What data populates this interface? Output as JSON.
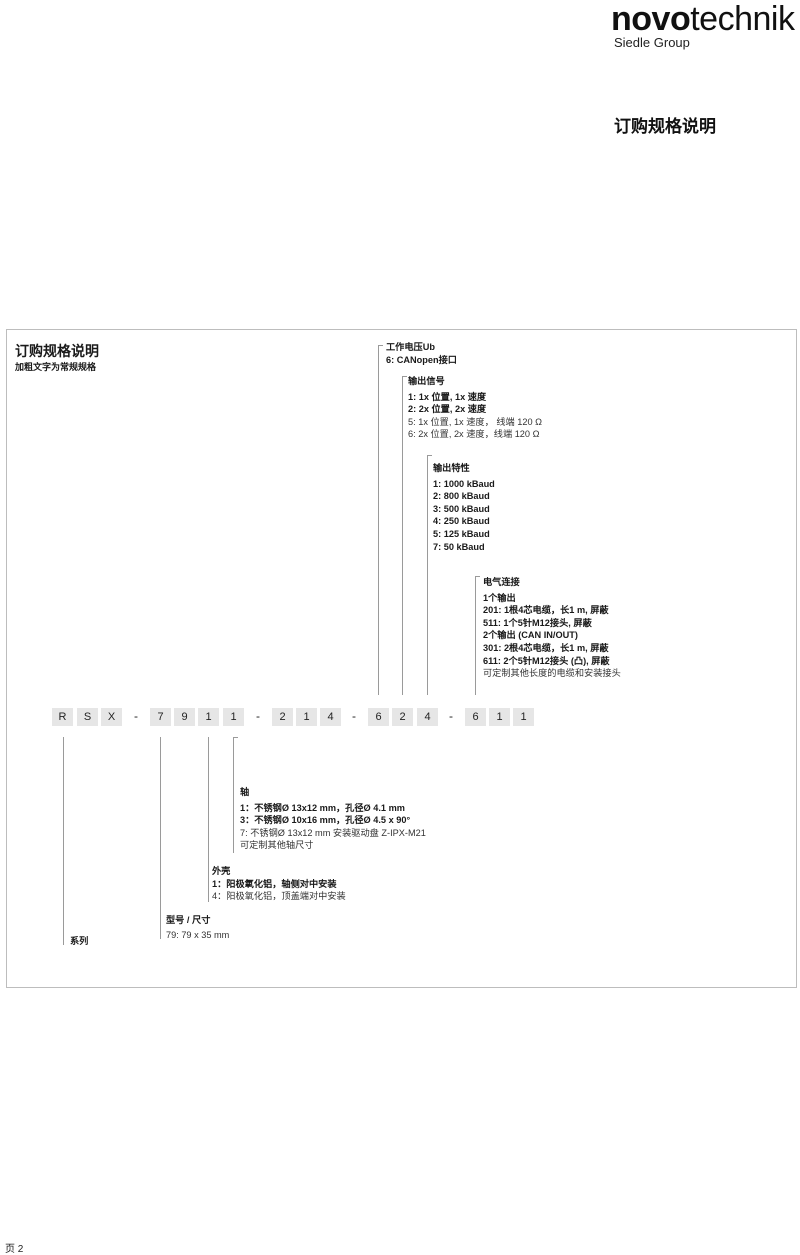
{
  "header": {
    "logo_bold": "novo",
    "logo_light": "technik",
    "logo_sub": "Siedle Group",
    "doc_title": "订购规格说明"
  },
  "box": {
    "title": "订购规格说明",
    "subtitle": "加粗文字为常规规格"
  },
  "code": {
    "cells": [
      "R",
      "S",
      "X",
      "7",
      "9",
      "1",
      "1",
      "2",
      "1",
      "4",
      "6",
      "2",
      "4",
      "6",
      "1",
      "1"
    ],
    "dashes": [
      "-",
      "-",
      "-",
      "-"
    ]
  },
  "upper": {
    "supply": {
      "title": "工作电压Ub",
      "lines": [
        {
          "text": "6: CANopen接口",
          "bold": true
        }
      ]
    },
    "signal": {
      "title": "输出信号",
      "lines": [
        {
          "text": "1: 1x 位置, 1x 速度",
          "bold": true
        },
        {
          "text": "2: 2x 位置, 2x 速度",
          "bold": true
        },
        {
          "text": "5: 1x 位置, 1x 速度， 线端 120 Ω",
          "bold": false
        },
        {
          "text": "6: 2x 位置, 2x 速度，线端 120 Ω",
          "bold": false
        }
      ]
    },
    "character": {
      "title": "输出特性",
      "lines": [
        {
          "text": "1: 1000 kBaud",
          "bold": true
        },
        {
          "text": "2: 800 kBaud",
          "bold": true
        },
        {
          "text": "3: 500 kBaud",
          "bold": true
        },
        {
          "text": "4: 250 kBaud",
          "bold": true
        },
        {
          "text": "5: 125 kBaud",
          "bold": true
        },
        {
          "text": "7: 50 kBaud",
          "bold": true
        }
      ]
    },
    "connection": {
      "title": "电气连接",
      "lines": [
        {
          "text": "1个输出",
          "bold": true
        },
        {
          "text": "201: 1根4芯电缆，长1 m, 屏蔽",
          "bold": true
        },
        {
          "text": "511: 1个5针M12接头, 屏蔽",
          "bold": true
        },
        {
          "text": "2个输出 (CAN IN/OUT)",
          "bold": true
        },
        {
          "text": "301: 2根4芯电缆，长1 m, 屏蔽",
          "bold": true
        },
        {
          "text": "611: 2个5针M12接头 (凸), 屏蔽",
          "bold": true
        },
        {
          "text": "可定制其他长度的电缆和安装接头",
          "bold": false
        }
      ]
    }
  },
  "lower": {
    "shaft": {
      "title": "轴",
      "lines": [
        {
          "text": "1：不锈钢Ø 13x12 mm，孔径Ø 4.1 mm",
          "bold": true
        },
        {
          "text": "3：不锈钢Ø 10x16 mm，孔径Ø 4.5 x 90°",
          "bold": true
        },
        {
          "text": "7: 不锈钢Ø 13x12 mm 安装驱动盘 Z-IPX-M21",
          "bold": false
        },
        {
          "text": "可定制其他轴尺寸",
          "bold": false
        }
      ]
    },
    "housing": {
      "title": "外壳",
      "lines": [
        {
          "text": "1：阳极氧化铝，轴侧对中安装",
          "bold": true
        },
        {
          "text": "4：阳极氧化铝，顶盖端对中安装",
          "bold": false
        }
      ]
    },
    "model": {
      "title": "型号 / 尺寸",
      "lines": [
        {
          "text": "79: 79 x 35 mm",
          "bold": false
        }
      ]
    },
    "series": {
      "title": "系列"
    }
  },
  "footer": {
    "page": "页 2"
  }
}
